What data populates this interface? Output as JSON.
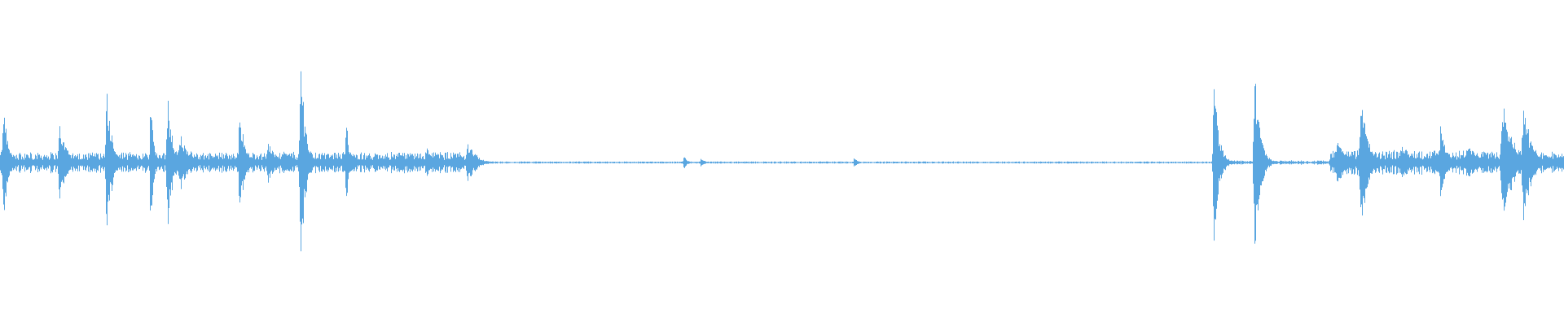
{
  "waveform": {
    "color": "#5aa6e0",
    "background": "#ffffff",
    "channels": 1,
    "events": [
      {
        "pos": 0.002,
        "amp": 0.44,
        "width": 0.003
      },
      {
        "pos": 0.038,
        "amp": 0.3,
        "width": 0.004
      },
      {
        "pos": 0.068,
        "amp": 0.58,
        "width": 0.003
      },
      {
        "pos": 0.096,
        "amp": 0.45,
        "width": 0.002
      },
      {
        "pos": 0.107,
        "amp": 0.53,
        "width": 0.003
      },
      {
        "pos": 0.115,
        "amp": 0.2,
        "width": 0.006
      },
      {
        "pos": 0.153,
        "amp": 0.41,
        "width": 0.003
      },
      {
        "pos": 0.171,
        "amp": 0.16,
        "width": 0.004
      },
      {
        "pos": 0.192,
        "amp": 0.76,
        "width": 0.003
      },
      {
        "pos": 0.221,
        "amp": 0.34,
        "width": 0.002
      },
      {
        "pos": 0.24,
        "amp": 0.07,
        "width": 0.003
      },
      {
        "pos": 0.255,
        "amp": 0.09,
        "width": 0.003
      },
      {
        "pos": 0.273,
        "amp": 0.11,
        "width": 0.004
      },
      {
        "pos": 0.299,
        "amp": 0.14,
        "width": 0.005
      },
      {
        "pos": 0.437,
        "amp": 0.05,
        "width": 0.002
      },
      {
        "pos": 0.448,
        "amp": 0.04,
        "width": 0.002
      },
      {
        "pos": 0.546,
        "amp": 0.04,
        "width": 0.002
      },
      {
        "pos": 0.776,
        "amp": 0.59,
        "width": 0.003
      },
      {
        "pos": 0.802,
        "amp": 0.75,
        "width": 0.003
      },
      {
        "pos": 0.855,
        "amp": 0.22,
        "width": 0.004
      },
      {
        "pos": 0.87,
        "amp": 0.5,
        "width": 0.004
      },
      {
        "pos": 0.896,
        "amp": 0.12,
        "width": 0.006
      },
      {
        "pos": 0.921,
        "amp": 0.29,
        "width": 0.003
      },
      {
        "pos": 0.938,
        "amp": 0.14,
        "width": 0.006
      },
      {
        "pos": 0.961,
        "amp": 0.47,
        "width": 0.006
      },
      {
        "pos": 0.974,
        "amp": 0.41,
        "width": 0.005
      },
      {
        "pos": 0.995,
        "amp": 0.05,
        "width": 0.004
      }
    ],
    "activity": [
      {
        "start": 0.0,
        "end": 0.305,
        "amp": 0.06
      },
      {
        "start": 0.305,
        "end": 0.78,
        "amp": 0.006
      },
      {
        "start": 0.78,
        "end": 0.85,
        "amp": 0.012
      },
      {
        "start": 0.85,
        "end": 1.0,
        "amp": 0.07
      }
    ]
  }
}
